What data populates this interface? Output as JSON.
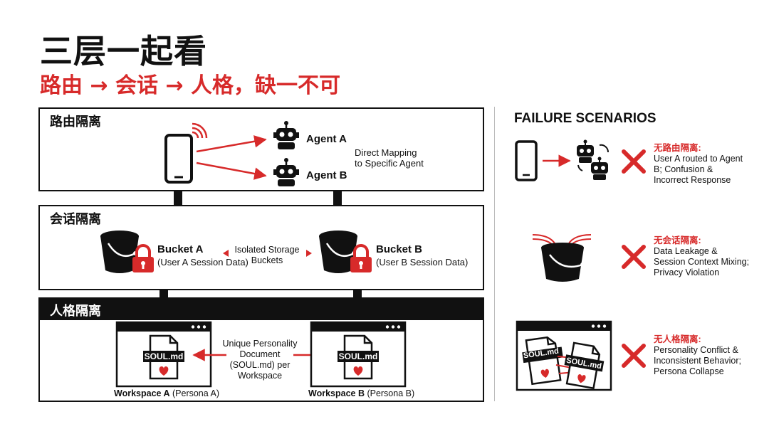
{
  "header": {
    "title": "三层一起看",
    "subtitle": "路由 → 会话 → 人格，缺一不可"
  },
  "routing": {
    "label": "路由隔离",
    "agent_a": "Agent A",
    "agent_b": "Agent B",
    "mapping_line1": "Direct Mapping",
    "mapping_line2": "to Specific Agent"
  },
  "session": {
    "label": "会话隔离",
    "bucket_a_title": "Bucket A",
    "bucket_a_sub": "(User A Session Data)",
    "bucket_b_title": "Bucket B",
    "bucket_b_sub": "(User B Session Data)",
    "isolated_line1": "Isolated Storage",
    "isolated_line2": "Buckets"
  },
  "persona": {
    "label": "人格隔离",
    "file_name": "SOUL.md",
    "workspace_a_bold": "Workspace A",
    "workspace_a_rest": " (Persona A)",
    "workspace_b_bold": "Workspace B",
    "workspace_b_rest": " (Persona B)",
    "unique_lines": [
      "Unique Personality",
      "Document",
      "(SOUL.md) per",
      "Workspace"
    ]
  },
  "failures": {
    "heading": "FAILURE SCENARIOS",
    "items": [
      {
        "title": "无路由隔离:",
        "lines": [
          "User A routed to Agent",
          "B; Confusion &",
          "Incorrect Response"
        ]
      },
      {
        "title": "无会话隔离:",
        "lines": [
          "Data Leakage &",
          "Session Context Mixing;",
          "Privacy Violation"
        ]
      },
      {
        "title": "无人格隔离:",
        "lines": [
          "Personality Conflict &",
          "Inconsistent Behavior;",
          "Persona Collapse"
        ]
      }
    ]
  },
  "colors": {
    "accent": "#d72a2a",
    "ink": "#111111"
  }
}
